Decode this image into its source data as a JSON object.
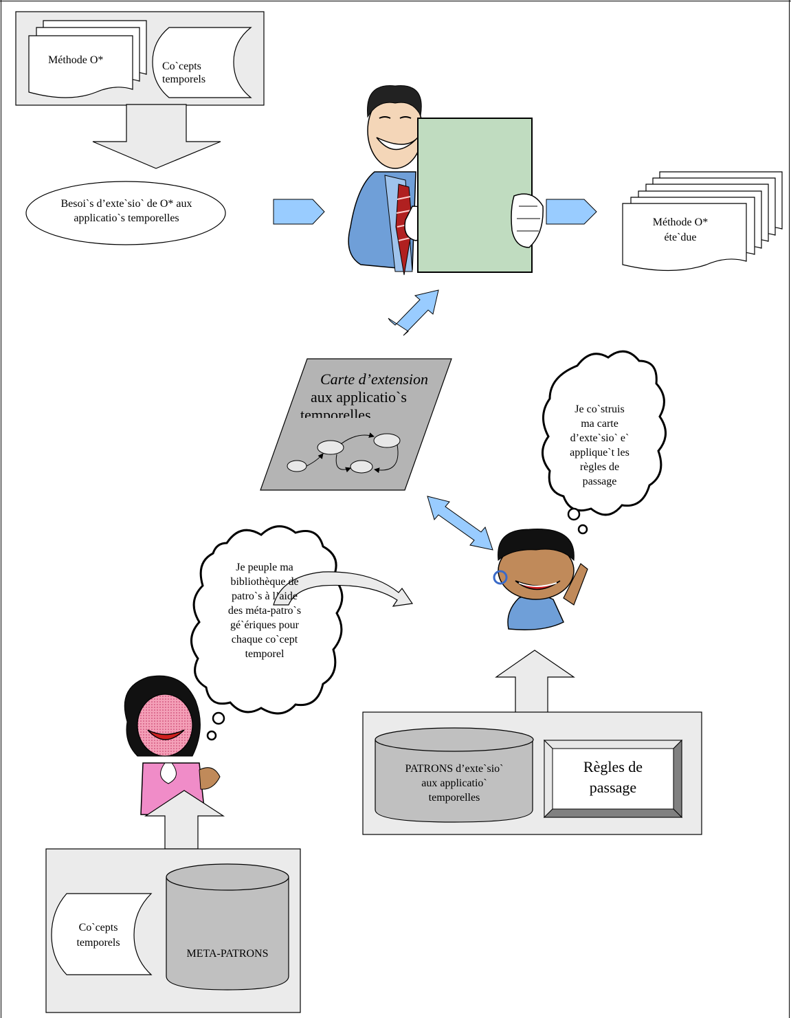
{
  "diagram": {
    "top_box": {
      "doc_label": "Méthode O*",
      "concepts_label": [
        "Co`cepts",
        "temporels"
      ]
    },
    "besoin_ellipse": [
      "Besoi`s d’exte`sio` de O* aux",
      "applicatio`s temporelles"
    ],
    "extended_method": [
      "Méthode O*",
      "éte`due"
    ],
    "map": {
      "title": "Carte d’extension",
      "subtitle": [
        "aux applicatio`s",
        "temporelles"
      ]
    },
    "thought_right": [
      "Je co`struis",
      "ma carte",
      "d’exte`sio` e`",
      "applique`t les",
      "règles de",
      "passage"
    ],
    "thought_left": [
      "Je peuple ma",
      "bibliothèque de",
      "patro`s à l’aide",
      "des méta-patro`s",
      "gé`ériques pour",
      "chaque co`cept",
      "temporel"
    ],
    "library_box": {
      "patrons": [
        "PATRONS d’exte`sio`",
        "aux applicatio`",
        "temporelles"
      ],
      "regles": [
        "Règles de",
        "passage"
      ]
    },
    "bottom_box": {
      "concepts_label": [
        "Co`cepts",
        "temporels"
      ],
      "meta_label": "META-PATRONS"
    },
    "colors": {
      "gray_panel": "#ebebeb",
      "gray_dark": "#c0c0c0",
      "arrow_blue": "#99ccff",
      "green_doc": "#c0dcc0",
      "map_gray": "#b4b4b4"
    }
  }
}
